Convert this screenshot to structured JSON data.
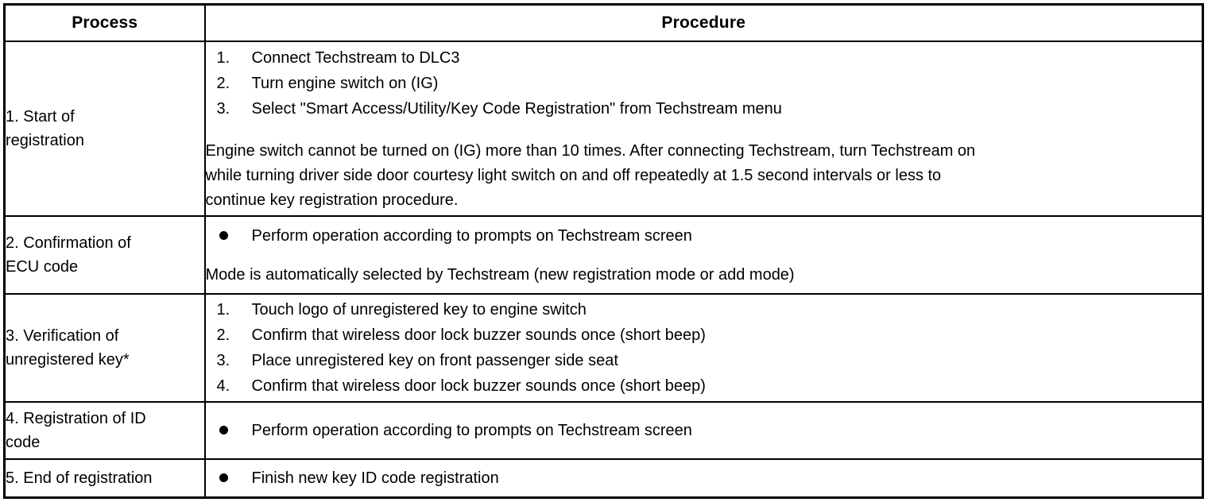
{
  "table": {
    "headers": {
      "process": "Process",
      "procedure": "Procedure"
    },
    "rows": [
      {
        "process": {
          "line1": "1. Start of",
          "line2": "registration"
        },
        "steps": [
          {
            "num": "1.",
            "text": "Connect Techstream to DLC3"
          },
          {
            "num": "2.",
            "text": "Turn engine switch on (IG)"
          },
          {
            "num": "3.",
            "text": "Select \"Smart Access/Utility/Key Code Registration\" from Techstream menu"
          }
        ],
        "note_line1": "Engine switch cannot be turned on (IG) more than 10 times. After connecting Techstream, turn Techstream on",
        "note_line2": "while turning driver side door courtesy light switch on and off repeatedly at 1.5 second intervals or less to",
        "note_line3": "continue key registration procedure."
      },
      {
        "process": {
          "line1": "2. Confirmation of",
          "line2": "ECU code"
        },
        "bullets": [
          {
            "text": "Perform operation according to prompts on Techstream screen"
          }
        ],
        "note_line1": "Mode is automatically selected by Techstream (new registration mode or add mode)"
      },
      {
        "process": {
          "line1": "3. Verification of",
          "line2": "unregistered key*"
        },
        "steps": [
          {
            "num": "1.",
            "text": "Touch logo of unregistered key to engine switch"
          },
          {
            "num": "2.",
            "text": "Confirm that wireless door lock buzzer sounds once (short beep)"
          },
          {
            "num": "3.",
            "text": "Place unregistered key on front passenger side seat"
          },
          {
            "num": "4.",
            "text": "Confirm that wireless door lock buzzer sounds once (short beep)"
          }
        ]
      },
      {
        "process": {
          "line1": "4. Registration of ID",
          "line2": "code"
        },
        "bullets": [
          {
            "text": "Perform operation according to prompts on Techstream screen"
          }
        ]
      },
      {
        "process": {
          "line1": "5. End of registration",
          "line2": ""
        },
        "bullets": [
          {
            "text": "Finish new key ID code registration"
          }
        ]
      }
    ]
  },
  "colors": {
    "border": "#000000",
    "text": "#000000",
    "background": "#ffffff"
  }
}
